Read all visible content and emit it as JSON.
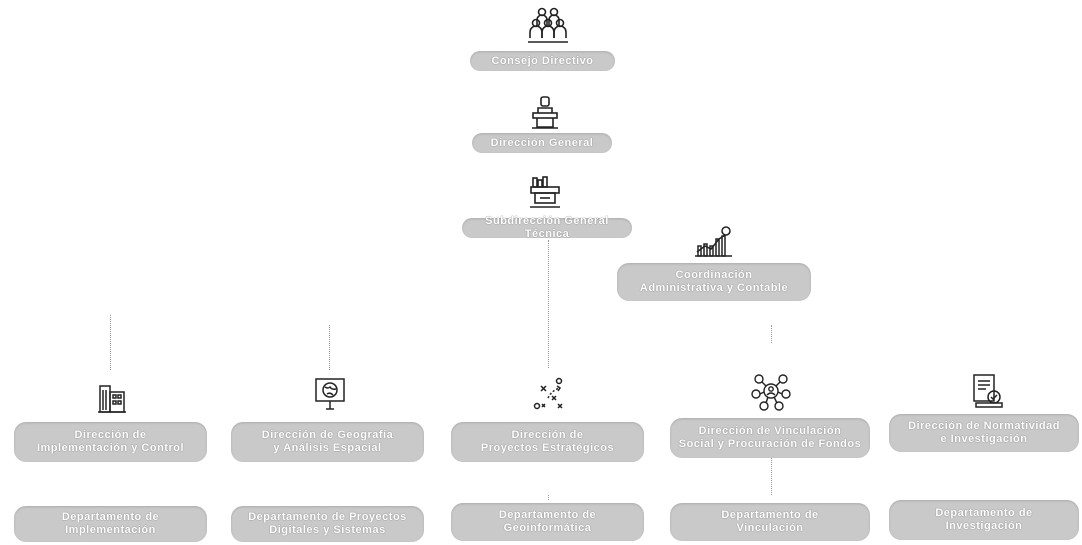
{
  "org": {
    "consejo": "Consejo Directivo",
    "direccion_general": "Dirección General",
    "subdireccion": "Subdirección General Técnica",
    "coordinacion": "Coordinación\nAdministrativa y Contable",
    "direcciones": [
      "Dirección de\nImplementación y Control",
      "Dirección de Geografía\ny Análisis Espacial",
      "Dirección de\nProyectos Estratégicos",
      "Dirección de Vinculación\nSocial y Procuración de Fondos",
      "Dirección de Normatividad\ne Investigación"
    ],
    "departamentos": [
      "Departamento de\nImplementación",
      "Departamento de Proyectos\nDigitales y Sistemas",
      "Departamento de\nGeoinformática",
      "Departamento de\nVinculación",
      "Departamento de\nInvestigación"
    ]
  },
  "icons": {
    "consejo": "people-group-icon",
    "direccion_general": "podium-person-icon",
    "subdireccion": "desk-books-icon",
    "coordinacion": "growth-chart-icon",
    "direcciones": [
      "building-icon",
      "map-presentation-icon",
      "strategy-plan-icon",
      "network-people-icon",
      "legal-document-icon"
    ]
  },
  "colors": {
    "box": "#c9c9c9",
    "text": "#ffffff",
    "icon": "#222222"
  }
}
